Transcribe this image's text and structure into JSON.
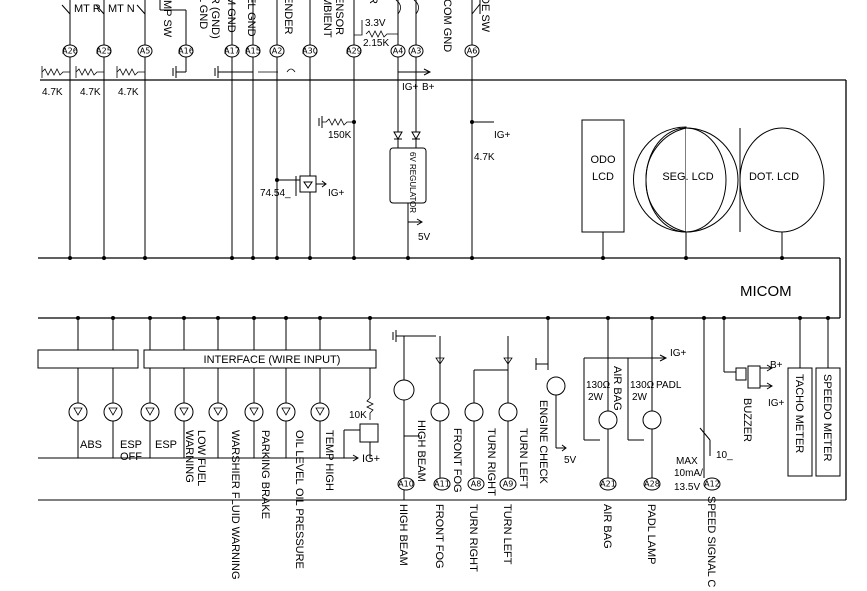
{
  "top_labels": {
    "mtr": "MT R",
    "mtn": "MT N",
    "mp_sw": "MP SW",
    "l_gnd": "L GND",
    "r_gnd": "R (GND)",
    "m_gnd": "M GND",
    "el_gnd": "EL GND",
    "ender": "ENDER",
    "mbient": "MBIENT",
    "ensor": "ENSOR",
    "r": "R",
    "icom_gnd": "ICOM GND",
    "de_sw": "DE SW"
  },
  "top_pins": [
    "A26",
    "A25",
    "A5",
    "A16",
    "A17",
    "A15",
    "A2",
    "A30",
    "A29",
    "A4",
    "A3",
    "A6"
  ],
  "values": {
    "r1": "4.7K",
    "r2": "4.7K",
    "r3": "4.7K",
    "v33": "3.3V",
    "r215": "2.15K",
    "ig1": "IG+",
    "b1": "B+",
    "r150": "150K",
    "ig2": "IG+",
    "r47b": "4.7K",
    "reg": "6V REGULATOR",
    "v5a": "5V",
    "r7454": "74.54_",
    "ig3": "IG+"
  },
  "lcds": {
    "odo": [
      "ODO",
      "LCD"
    ],
    "seg": "SEG. LCD",
    "dot": "DOT. LCD"
  },
  "micom": "MICOM",
  "interface": "INTERFACE  (WIRE INPUT)",
  "bottom": {
    "abs": "ABS",
    "esp_off": [
      "ESP",
      "OFF"
    ],
    "esp": "ESP",
    "low_fuel": "LOW FUEL",
    "warning": "WARNING",
    "washer": "WARSHIER FLUID WARNING",
    "parking": "PARKING BRAKE",
    "oil": "OIL LEVEL",
    "oilp": "OIL PRESSURE",
    "temp": "TEMP HIGH",
    "r10k": "10K",
    "ig4": "IG+",
    "hb1": "HIGH BEAM",
    "hb2": "HIGH BEAM",
    "ff1": "FRONT FOG",
    "ff2": "FRONT FOG",
    "tr1": "TURN RIGHT",
    "tr2": "TURN RIGHT",
    "tl1": "TURN LEFT",
    "tl2": "TURN LEFT",
    "engine": "ENGINE CHECK",
    "v5b": "5V",
    "ig5": "IG+",
    "r130a": "130Ω",
    "w2a": "2W",
    "r130b": "130Ω",
    "w2b": "2W",
    "airbag1": "AIR BAG",
    "airbag2": "AIR BAG",
    "padl1": "PADL",
    "padl2": "PADL LAMP",
    "buzzer": "BUZZER",
    "b2": "B+",
    "ig6": "IG+",
    "max": "MAX",
    "ma": "10mA/",
    "v135": "13.5V",
    "r10": "10_",
    "speed_sig": "SPEED SIGNAL C",
    "tacho": "TACHO METER",
    "speedo": "SPEEDO METER"
  },
  "bottom_pins": [
    "A10",
    "A11",
    "A8",
    "A9",
    "A21",
    "A28",
    "A12"
  ]
}
